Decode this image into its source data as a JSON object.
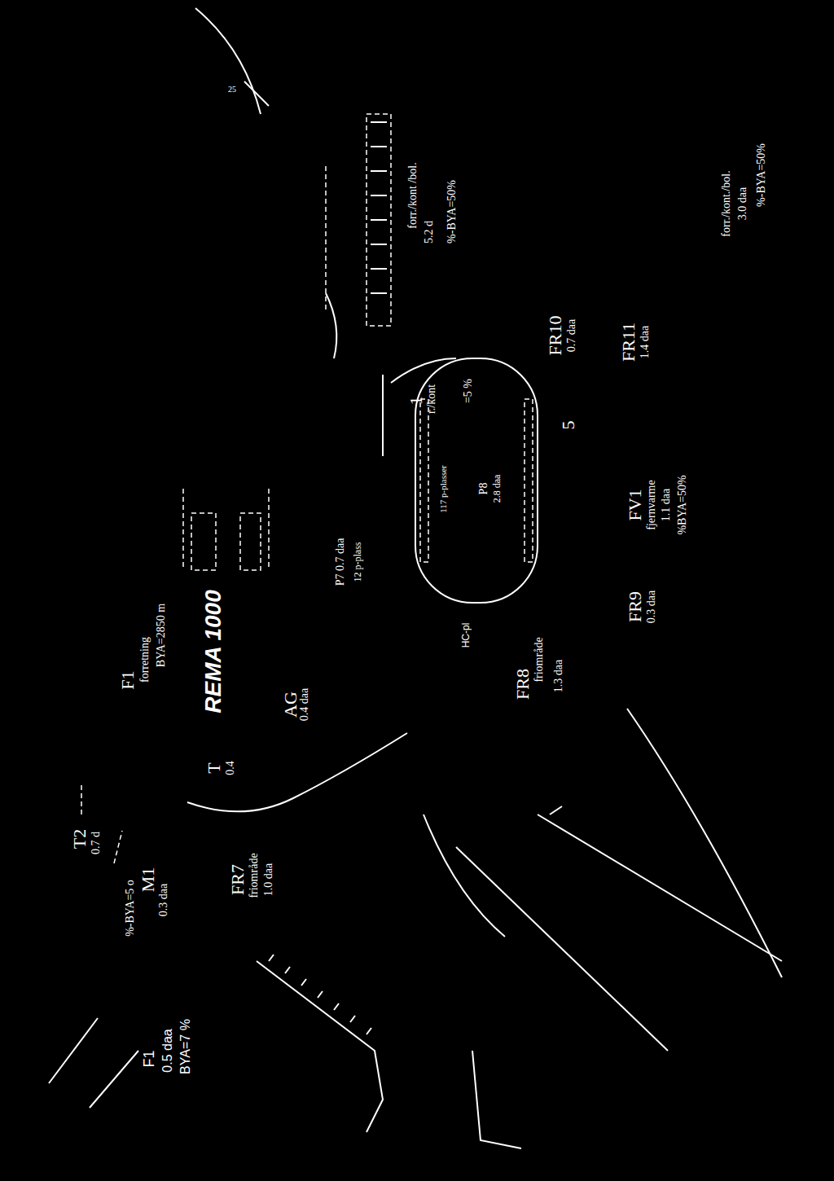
{
  "diagram": {
    "labels": [
      "F1",
      "0.5 daa",
      "BYA=7 %",
      "M1",
      "0.3 daa",
      "%-BYA=5 o",
      "T2",
      "0.7 d",
      "FR7",
      "friområde",
      "1.0 daa",
      "T",
      "0.4",
      "F1",
      "forretning",
      "BYA=2850 m",
      "REMA 1000",
      "AG",
      "0.4 daa",
      "P7 0.7 daa",
      "12 p-plass",
      "FR8",
      "friområde",
      "1.3 daa",
      "HC-pl",
      "P8",
      "2.8 daa",
      "117 p-plasser",
      "FR9",
      "0.3 daa",
      "FV1",
      "fjernvarme",
      "1.1 daa",
      "%BYA=50%",
      "5",
      "FR10",
      "0.7 daa",
      "FR11",
      "1.4 daa",
      "forr./kont./bol.",
      "3.0 daa",
      "%-BYA=50%",
      "forr./kont /bol.",
      "5.2 d",
      "%-BYA=50%",
      "1",
      "r./kont",
      "=5 %",
      "25"
    ]
  }
}
